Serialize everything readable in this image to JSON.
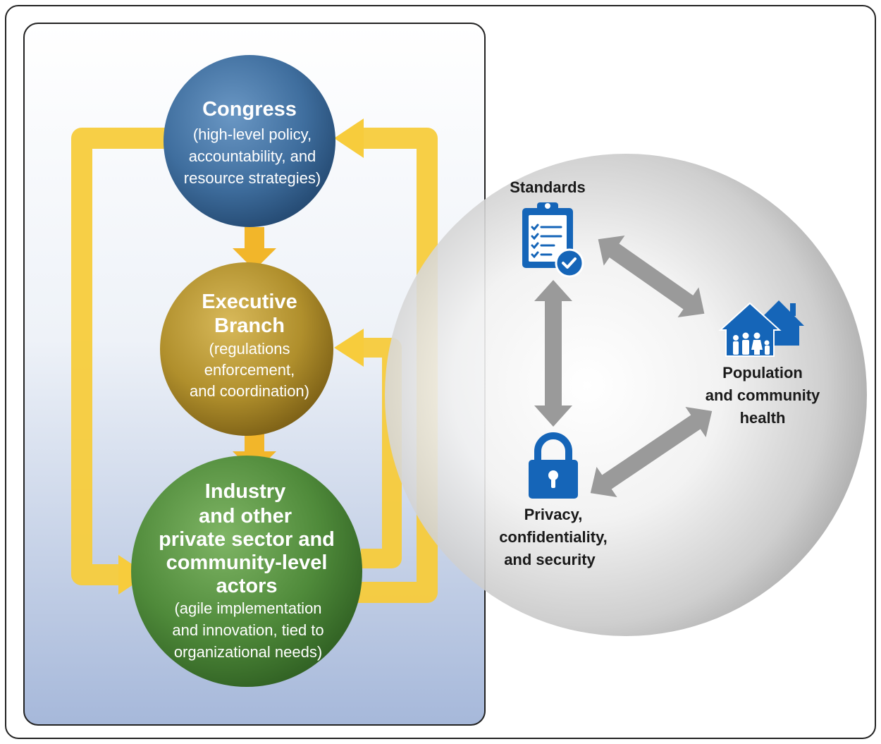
{
  "congress": {
    "title": "Congress",
    "sub": [
      "(high-level policy,",
      "accountability, and",
      "resource strategies)"
    ]
  },
  "executive": {
    "title": [
      "Executive",
      "Branch"
    ],
    "sub": [
      "(regulations",
      "enforcement,",
      "and coordination)"
    ]
  },
  "industry": {
    "title": [
      "Industry",
      "and other",
      "private sector and",
      "community-level",
      "actors"
    ],
    "sub": [
      "(agile implementation",
      "and innovation, tied to",
      "organizational needs)"
    ]
  },
  "sphere": {
    "standards": "Standards",
    "population": [
      "Population",
      "and community",
      "health"
    ],
    "privacy": [
      "Privacy,",
      "confidentiality,",
      "and security"
    ]
  },
  "colors": {
    "congress": "#3f6e9e",
    "executive": "#b08f2c",
    "industry": "#4f8a3a",
    "arrow_yellow": "#f7cc3c",
    "icon_blue": "#1565b8",
    "gray_arrow": "#9a9a9a"
  },
  "icons": [
    "clipboard-check-icon",
    "houses-family-icon",
    "padlock-icon"
  ]
}
